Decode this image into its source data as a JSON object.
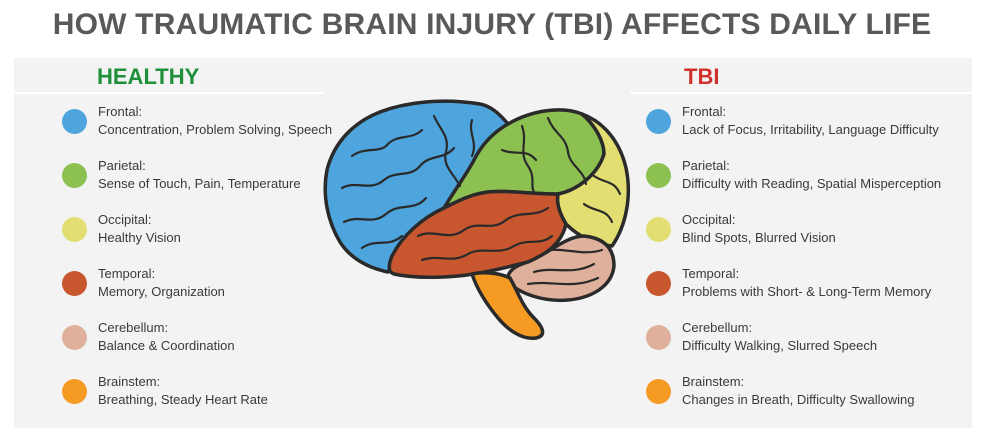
{
  "title": "HOW TRAUMATIC BRAIN INJURY (TBI) AFFECTS DAILY LIFE",
  "healthy": {
    "heading": "HEALTHY",
    "items": [
      {
        "region": "Frontal:",
        "desc": "Concentration, Problem Solving, Speech",
        "color": "#4ea5dd"
      },
      {
        "region": "Parietal:",
        "desc": "Sense of Touch, Pain, Temperature",
        "color": "#8cc152"
      },
      {
        "region": "Occipital:",
        "desc": "Healthy Vision",
        "color": "#e3de72"
      },
      {
        "region": "Temporal:",
        "desc": "Memory, Organization",
        "color": "#c8572f"
      },
      {
        "region": "Cerebellum:",
        "desc": "Balance & Coordination",
        "color": "#dfb19c"
      },
      {
        "region": "Brainstem:",
        "desc": "Breathing, Steady Heart Rate",
        "color": "#f59a23"
      }
    ]
  },
  "tbi": {
    "heading": "TBI",
    "items": [
      {
        "region": "Frontal:",
        "desc": "Lack of Focus, Irritability, Language Difficulty",
        "color": "#4ea5dd"
      },
      {
        "region": "Parietal:",
        "desc": "Difficulty with Reading, Spatial Misperception",
        "color": "#8cc152"
      },
      {
        "region": "Occipital:",
        "desc": "Blind Spots, Blurred Vision",
        "color": "#e3de72"
      },
      {
        "region": "Temporal:",
        "desc": "Problems with Short- & Long-Term Memory",
        "color": "#c8572f"
      },
      {
        "region": "Cerebellum:",
        "desc": "Difficulty Walking, Slurred Speech",
        "color": "#dfb19c"
      },
      {
        "region": "Brainstem:",
        "desc": "Changes in Breath, Difficulty Swallowing",
        "color": "#f59a23"
      }
    ]
  },
  "colors": {
    "healthy_heading": "#1f8f3a",
    "tbi_heading": "#d0312d",
    "title": "#58595b",
    "band": "#f3f3f3"
  }
}
